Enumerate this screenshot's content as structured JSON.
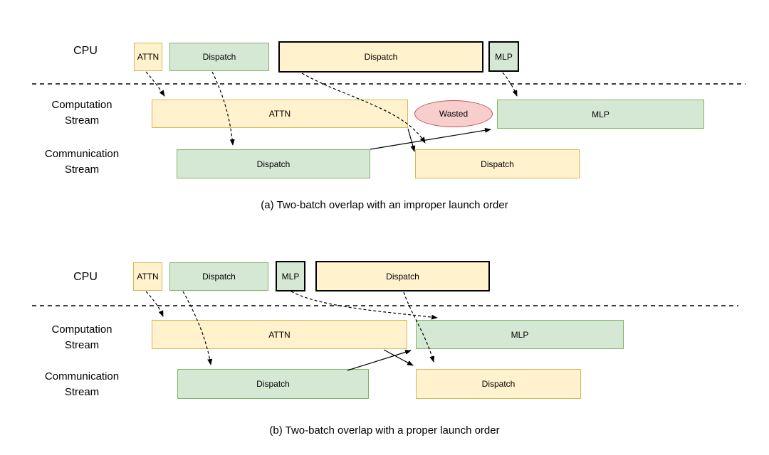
{
  "colors": {
    "attention_fill": "#FFF2CC",
    "attention_stroke": "#D6B656",
    "mlp_fill": "#D5E8D4",
    "mlp_stroke": "#82B366",
    "wasted_fill": "#F8CECC",
    "wasted_stroke": "#B85450",
    "highlight_stroke": "#000000"
  },
  "panel_a": {
    "cpu_label": "CPU",
    "computation_label": {
      "line1": "Computation",
      "line2": "Stream"
    },
    "communication_label": {
      "line1": "Communication",
      "line2": "Stream"
    },
    "cpu_timeline": [
      {
        "label": "ATTN",
        "color": "yellow",
        "highlighted": false
      },
      {
        "label": "Dispatch",
        "color": "green",
        "highlighted": false
      },
      {
        "label": "Dispatch",
        "color": "yellow",
        "highlighted": true
      },
      {
        "label": "MLP",
        "color": "green",
        "highlighted": true
      }
    ],
    "computation_stream": [
      {
        "label": "ATTN",
        "color": "yellow"
      },
      {
        "label": "MLP",
        "color": "green"
      }
    ],
    "wasted_label": "Wasted",
    "communication_stream": [
      {
        "label": "Dispatch",
        "color": "green"
      },
      {
        "label": "Dispatch",
        "color": "yellow"
      }
    ],
    "caption": "(a) Two-batch overlap with an improper launch order"
  },
  "panel_b": {
    "cpu_label": "CPU",
    "computation_label": {
      "line1": "Computation",
      "line2": "Stream"
    },
    "communication_label": {
      "line1": "Communication",
      "line2": "Stream"
    },
    "cpu_timeline": [
      {
        "label": "ATTN",
        "color": "yellow",
        "highlighted": false
      },
      {
        "label": "Dispatch",
        "color": "green",
        "highlighted": false
      },
      {
        "label": "MLP",
        "color": "green",
        "highlighted": true
      },
      {
        "label": "Dispatch",
        "color": "yellow",
        "highlighted": true
      }
    ],
    "computation_stream": [
      {
        "label": "ATTN",
        "color": "yellow"
      },
      {
        "label": "MLP",
        "color": "green"
      }
    ],
    "communication_stream": [
      {
        "label": "Dispatch",
        "color": "green"
      },
      {
        "label": "Dispatch",
        "color": "yellow"
      }
    ],
    "caption": "(b) Two-batch overlap with a proper launch order"
  }
}
